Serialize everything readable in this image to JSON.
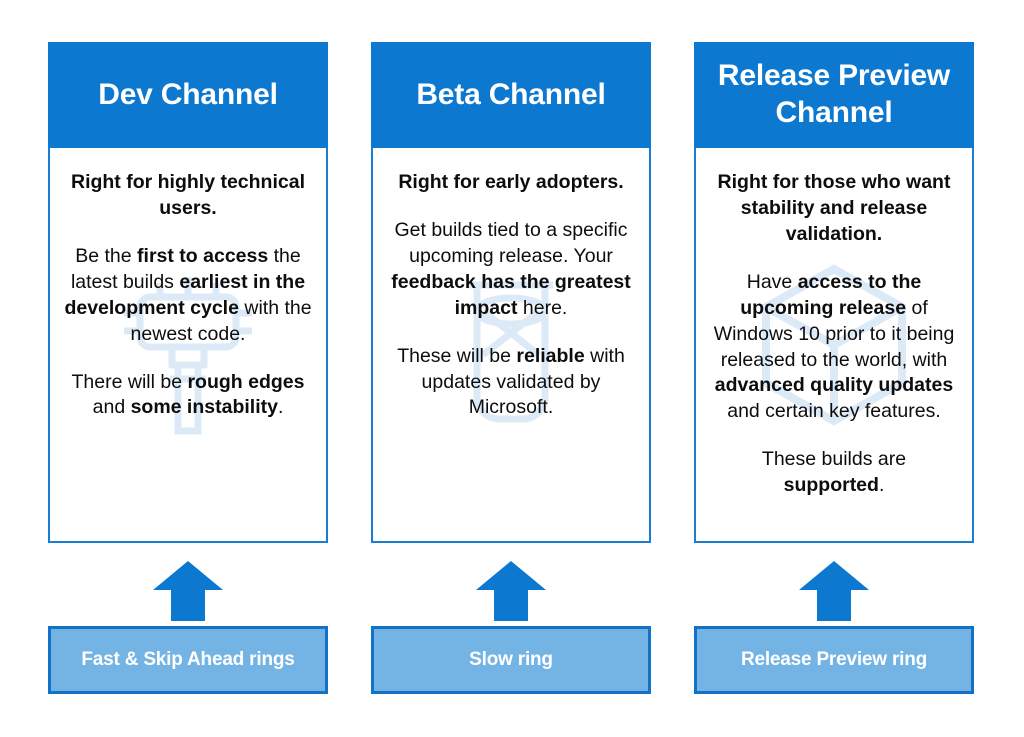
{
  "diagram": {
    "title": "Windows Insider Program channels",
    "colors": {
      "header_blue": "#0c78d0",
      "border_blue": "#1a7ed4",
      "ring_fill": "#74b4e5",
      "ring_border": "#1272c8",
      "arrow_blue": "#0c78d0",
      "watermark_blue": "#dce9f7",
      "body_text": "#0d0d0d"
    }
  },
  "columns": [
    {
      "id": "dev",
      "header": "Dev Channel",
      "watermark_icon": "chip-robot-icon",
      "ring_label": "Fast & Skip Ahead rings",
      "arrow_icon": "up-arrow-icon",
      "paragraphs": [
        {
          "bold_block": true,
          "runs": [
            {
              "text": "Right for highly technical users.",
              "bold": true
            }
          ]
        },
        {
          "bold_block": false,
          "runs": [
            {
              "text": "Be the ",
              "bold": false
            },
            {
              "text": "first to access",
              "bold": true
            },
            {
              "text": " the latest builds ",
              "bold": false
            },
            {
              "text": "earliest in the development cycle",
              "bold": true
            },
            {
              "text": " with the newest code.",
              "bold": false
            }
          ]
        },
        {
          "bold_block": false,
          "runs": [
            {
              "text": "There will be ",
              "bold": false
            },
            {
              "text": "rough edges",
              "bold": true
            },
            {
              "text": " and ",
              "bold": false
            },
            {
              "text": "some instability",
              "bold": true
            },
            {
              "text": ".",
              "bold": false
            }
          ]
        }
      ]
    },
    {
      "id": "beta",
      "header": "Beta Channel",
      "watermark_icon": "beaker-flask-icon",
      "ring_label": "Slow ring",
      "arrow_icon": "up-arrow-icon",
      "paragraphs": [
        {
          "bold_block": true,
          "runs": [
            {
              "text": "Right for early adopters.",
              "bold": true
            }
          ]
        },
        {
          "bold_block": false,
          "runs": [
            {
              "text": "Get builds tied to a specific upcoming release. Your ",
              "bold": false
            },
            {
              "text": "feedback has the greatest impact",
              "bold": true
            },
            {
              "text": " here.",
              "bold": false
            }
          ]
        },
        {
          "bold_block": false,
          "runs": [
            {
              "text": "These will be ",
              "bold": false
            },
            {
              "text": "reliable",
              "bold": true
            },
            {
              "text": " with updates validated by Microsoft.",
              "bold": false
            }
          ]
        }
      ]
    },
    {
      "id": "release-preview",
      "header": "Release Preview Channel",
      "watermark_icon": "cube-box-icon",
      "ring_label": "Release Preview ring",
      "arrow_icon": "up-arrow-icon",
      "paragraphs": [
        {
          "bold_block": true,
          "runs": [
            {
              "text": "Right for those who want stability and release validation.",
              "bold": true
            }
          ]
        },
        {
          "bold_block": false,
          "runs": [
            {
              "text": "Have ",
              "bold": false
            },
            {
              "text": "access to the upcoming release",
              "bold": true
            },
            {
              "text": " of Windows 10 prior to it being released to the world, with ",
              "bold": false
            },
            {
              "text": "advanced quality updates",
              "bold": true
            },
            {
              "text": " and certain key features.",
              "bold": false
            }
          ]
        },
        {
          "bold_block": false,
          "runs": [
            {
              "text": "These builds are ",
              "bold": false
            },
            {
              "text": "supported",
              "bold": true
            },
            {
              "text": ".",
              "bold": false
            }
          ]
        }
      ]
    }
  ]
}
